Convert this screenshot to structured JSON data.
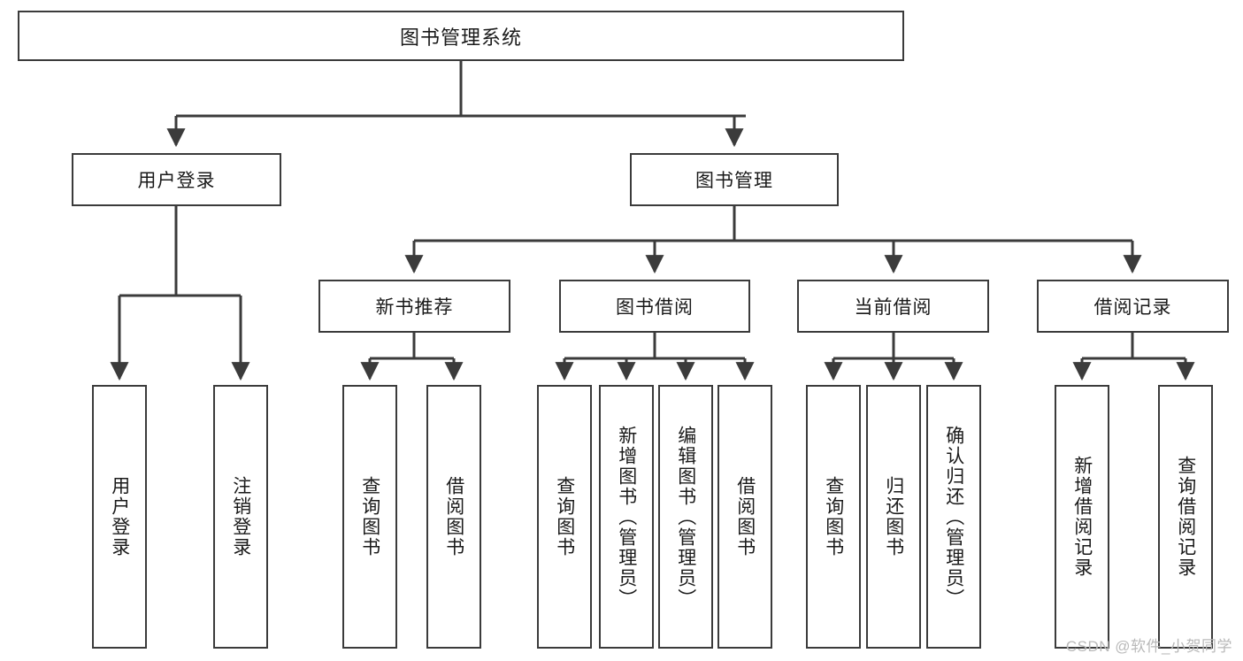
{
  "diagram": {
    "type": "tree-hierarchy",
    "title": "图书管理系统",
    "root": {
      "label": "图书管理系统"
    },
    "level2": [
      {
        "id": "user-login",
        "label": "用户登录"
      },
      {
        "id": "book-management",
        "label": "图书管理"
      }
    ],
    "level3": [
      {
        "id": "new-book-recommend",
        "label": "新书推荐",
        "parent": "book-management"
      },
      {
        "id": "book-borrow",
        "label": "图书借阅",
        "parent": "book-management"
      },
      {
        "id": "current-borrow",
        "label": "当前借阅",
        "parent": "book-management"
      },
      {
        "id": "borrow-record",
        "label": "借阅记录",
        "parent": "book-management"
      }
    ],
    "leaves": {
      "user_login": [
        {
          "id": "user-login-leaf",
          "label": "用户登录"
        },
        {
          "id": "logout-leaf",
          "label": "注销登录"
        }
      ],
      "new_book_recommend": [
        {
          "id": "query-book-1",
          "label": "查询图书"
        },
        {
          "id": "borrow-book-1",
          "label": "借阅图书"
        }
      ],
      "book_borrow": [
        {
          "id": "query-book-2",
          "label": "查询图书"
        },
        {
          "id": "add-book",
          "label": "新增图书（管理员）"
        },
        {
          "id": "edit-book",
          "label": "编辑图书（管理员）"
        },
        {
          "id": "borrow-book-2",
          "label": "借阅图书"
        }
      ],
      "current_borrow": [
        {
          "id": "query-book-3",
          "label": "查询图书"
        },
        {
          "id": "return-book",
          "label": "归还图书"
        },
        {
          "id": "confirm-return",
          "label": "确认归还（管理员）"
        }
      ],
      "borrow_record": [
        {
          "id": "add-borrow-record",
          "label": "新增借阅记录"
        },
        {
          "id": "query-borrow-record",
          "label": "查询借阅记录"
        }
      ]
    },
    "colors": {
      "stroke": "#3b3b3b",
      "fill": "#ffffff",
      "text": "#1a1a1a",
      "watermark": "#b9b9b9"
    }
  },
  "watermark": {
    "text": "CSDN @软件_小贺同学"
  }
}
